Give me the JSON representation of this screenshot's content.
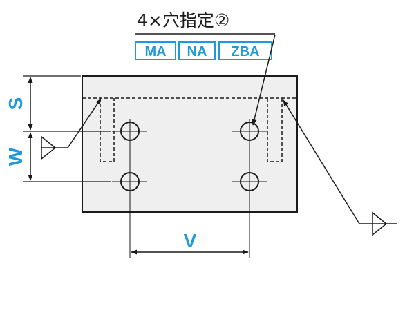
{
  "callout": {
    "text": "4×穴指定②"
  },
  "badges": [
    {
      "label": "MA"
    },
    {
      "label": "NA"
    },
    {
      "label": "ZBA"
    }
  ],
  "dimensions": {
    "s": "S",
    "w": "W",
    "v": "V"
  },
  "colors": {
    "accent": "#1e9bd7",
    "line": "#1a1a1a",
    "plate_fill": "#efefef",
    "badge_fill": "#ffffff"
  }
}
